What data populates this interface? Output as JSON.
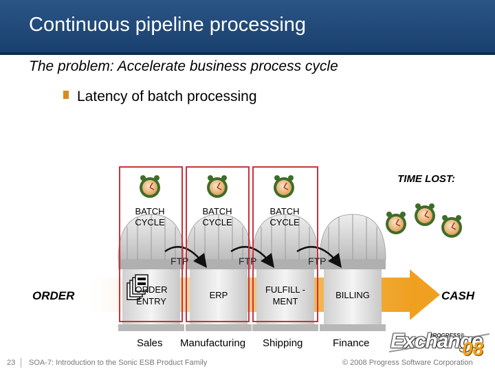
{
  "header": {
    "title": "Continuous pipeline processing"
  },
  "content": {
    "subtitle": "The problem: Accelerate business process cycle",
    "bullet": "Latency of batch processing",
    "time_lost": "TIME LOST:"
  },
  "batch_labels": [
    "BATCH\nCYCLE",
    "BATCH\nCYCLE",
    "BATCH\nCYCLE"
  ],
  "ftp_labels": [
    "FTP",
    "FTP",
    "FTP"
  ],
  "pipeline": {
    "start": "ORDER",
    "end": "CASH",
    "stages": [
      {
        "name": "ORDER ENTRY",
        "line1": "ORDER",
        "line2": "ENTRY",
        "dept": "Sales"
      },
      {
        "name": "ERP",
        "line1": "ERP",
        "line2": "",
        "dept": "Manufacturing"
      },
      {
        "name": "FULFILL - MENT",
        "line1": "FULFILL -",
        "line2": "MENT",
        "dept": "Shipping"
      },
      {
        "name": "BILLING",
        "line1": "BILLING",
        "line2": "",
        "dept": "Finance"
      }
    ]
  },
  "footer": {
    "page_number": "23",
    "left_text": "SOA-7: Introduction to the Sonic ESB Product Family",
    "right_text": "© 2008 Progress Software Corporation"
  },
  "logo": {
    "brand": "PROGRESS®",
    "word": "Exchange",
    "year": "08"
  },
  "colors": {
    "header": "#1f4a7a",
    "bullet": "#d98a1f",
    "red_box": "#c8323c",
    "arrow_orange": "#f0a020",
    "clock_green": "#4a7a2a"
  }
}
